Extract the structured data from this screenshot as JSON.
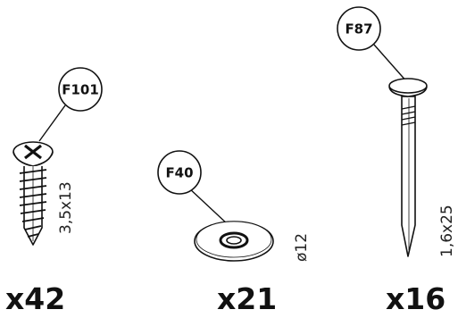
{
  "parts": [
    {
      "callout": "F101",
      "dimension": "3,5x13",
      "quantity": "x42",
      "icon": "screw-icon"
    },
    {
      "callout": "F40",
      "dimension": "ø12",
      "quantity": "x21",
      "icon": "washer-icon"
    },
    {
      "callout": "F87",
      "dimension": "1,6x25",
      "quantity": "x16",
      "icon": "nail-icon"
    }
  ]
}
